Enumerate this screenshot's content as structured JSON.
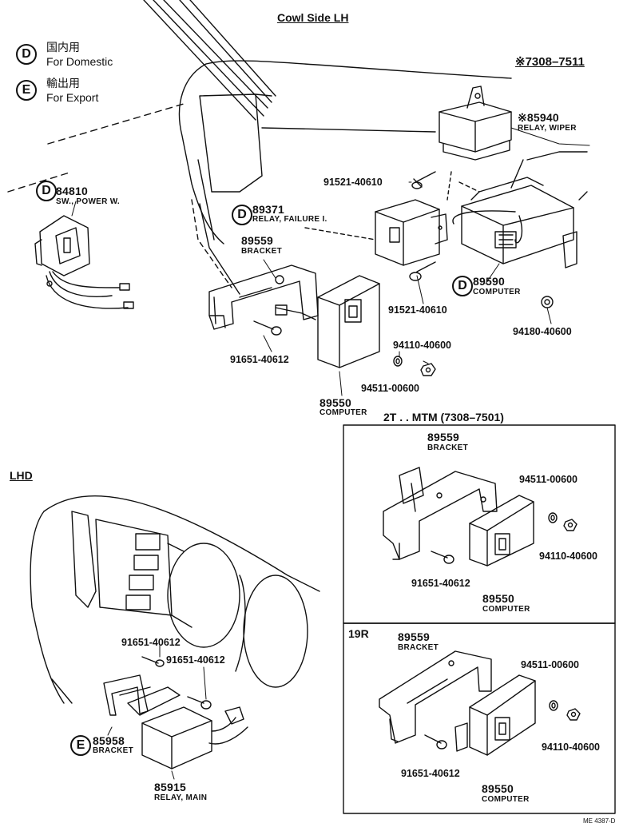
{
  "header": {
    "cowl_title": "Cowl Side LH",
    "serial_range": "※7308–7511",
    "lhd_title": "LHD"
  },
  "legend": {
    "d_letter": "D",
    "d_jp": "国内用",
    "d_en": "For Domestic",
    "e_letter": "E",
    "e_jp": "輸出用",
    "e_en": "For Export"
  },
  "parts": {
    "p85940_num": "※85940",
    "p85940_name": "RELAY, WIPER",
    "p91521a": "91521-40610",
    "p91521b": "91521-40610",
    "p84810_num": "84810",
    "p84810_name": "SW., POWER W.",
    "p89371_num": "89371",
    "p89371_name": "RELAY, FAILURE I.",
    "p89559_num": "89559",
    "p89559_name": "BRACKET",
    "p89590_num": "89590",
    "p89590_name": "COMPUTER",
    "p94180": "94180-40600",
    "p91651": "91651-40612",
    "p94110": "94110-40600",
    "p94511": "94511-00600",
    "p89550_num": "89550",
    "p89550_name": "COMPUTER"
  },
  "box_mtm": {
    "title": "2T . . MTM (7308–7501)",
    "bracket_num": "89559",
    "bracket_name": "BRACKET",
    "p94511": "94511-00600",
    "p94110": "94110-40600",
    "p91651": "91651-40612",
    "comp_num": "89550",
    "comp_name": "COMPUTER"
  },
  "box_19r": {
    "title": "19R",
    "bracket_num": "89559",
    "bracket_name": "BRACKET",
    "p94511": "94511-00600",
    "p94110": "94110-40600",
    "p91651": "91651-40612",
    "comp_num": "89550",
    "comp_name": "COMPUTER"
  },
  "lhd": {
    "p91651a": "91651-40612",
    "p91651b": "91651-40612",
    "p85958_num": "85958",
    "p85958_name": "BRACKET",
    "p85915_num": "85915",
    "p85915_name": "RELAY, MAIN"
  },
  "footer": {
    "code": "ME 4387-D"
  }
}
